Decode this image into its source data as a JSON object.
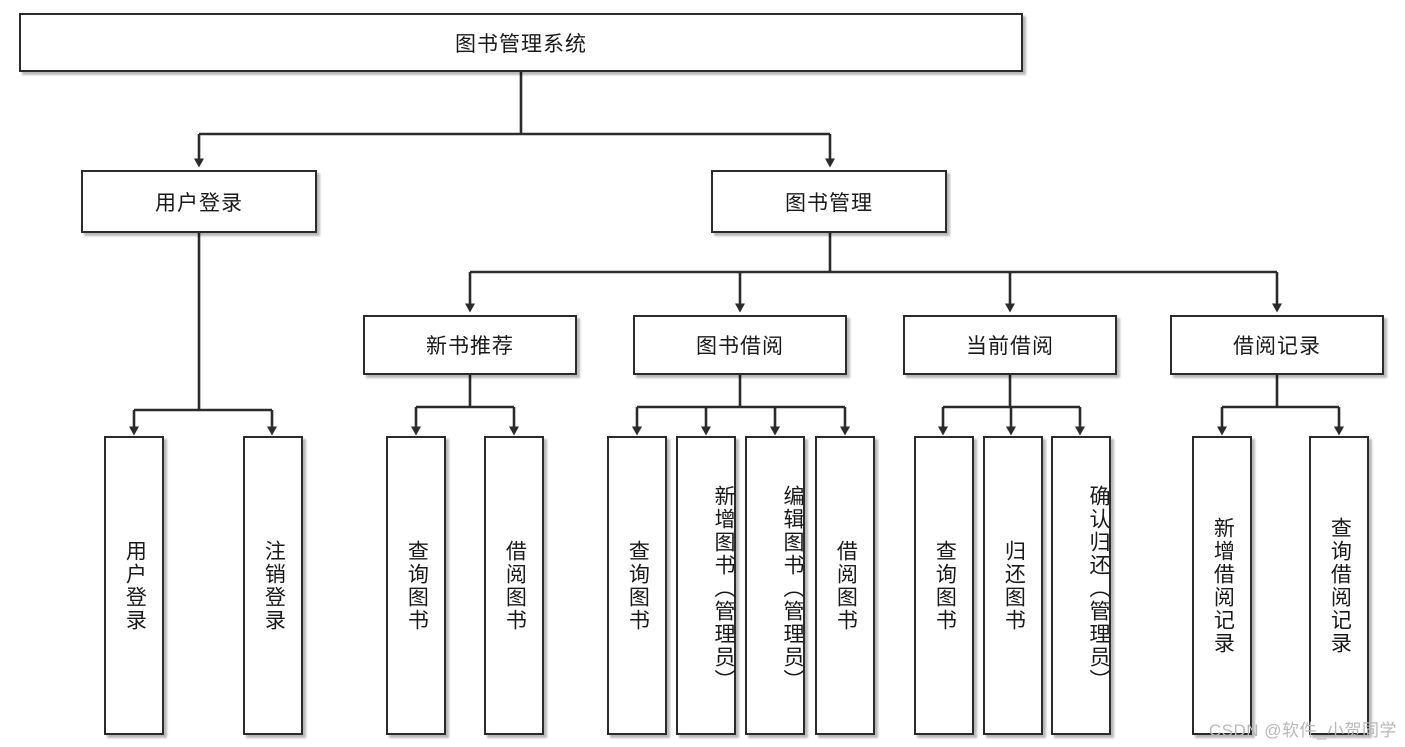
{
  "diagram": {
    "title": "图书管理系统",
    "type": "hierarchy-tree",
    "levels": 4,
    "root": {
      "label": "图书管理系统"
    },
    "level2": [
      {
        "label": "用户登录"
      },
      {
        "label": "图书管理"
      }
    ],
    "level3": [
      {
        "label": "新书推荐",
        "parent": "图书管理"
      },
      {
        "label": "图书借阅",
        "parent": "图书管理"
      },
      {
        "label": "当前借阅",
        "parent": "图书管理"
      },
      {
        "label": "借阅记录",
        "parent": "图书管理"
      }
    ],
    "leaves": {
      "user_login": [
        {
          "label": "用户登录"
        },
        {
          "label": "注销登录"
        }
      ],
      "new_book_recommend": [
        {
          "label": "查询图书"
        },
        {
          "label": "借阅图书"
        }
      ],
      "book_borrow": [
        {
          "label": "查询图书"
        },
        {
          "label": "新增图书（管理员）"
        },
        {
          "label": "编辑图书（管理员）"
        },
        {
          "label": "借阅图书"
        }
      ],
      "current_borrow": [
        {
          "label": "查询图书"
        },
        {
          "label": "归还图书"
        },
        {
          "label": "确认归还（管理员）"
        }
      ],
      "borrow_record": [
        {
          "label": "新增借阅记录"
        },
        {
          "label": "查询借阅记录"
        }
      ]
    }
  },
  "watermark": {
    "text": "CSDN @软件_小贺同学"
  },
  "colors": {
    "stroke": "#2b2b2b",
    "box_fill": "#ffffff",
    "text": "#1a1a1a",
    "watermark": "#b9b9b9"
  }
}
